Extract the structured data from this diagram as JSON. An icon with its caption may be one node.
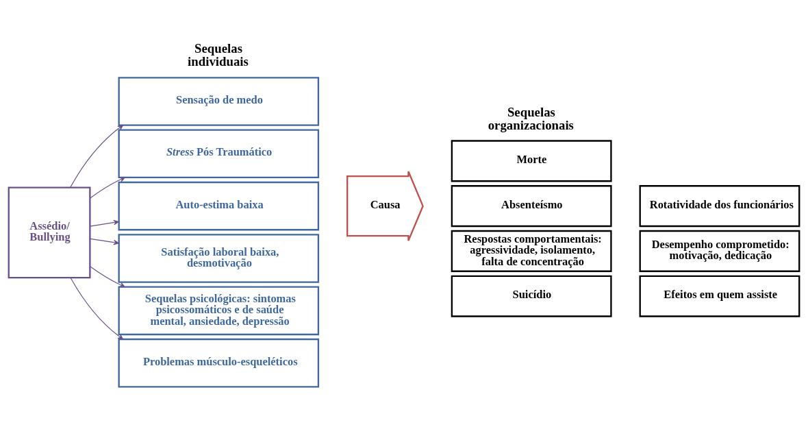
{
  "diagram": {
    "nodes": [
      {
        "text": [
          "Assédio/ Bullying"
        ]
      },
      {
        "text": [
          "Sensação de medo"
        ]
      },
      {
        "text": [
          "*Stress* Pós Traumático"
        ]
      },
      {
        "text": [
          "Auto-estima baixa"
        ]
      },
      {
        "text": [
          "Satisfação laboral baixa, desmotivação"
        ]
      },
      {
        "text": [
          "Sequelas psicológicas: sintomas psicossomáticos e de saúde mental, ansiedade, depressão"
        ]
      },
      {
        "text": [
          "Problemas músculo-esqueléticos"
        ]
      },
      {
        "text": [
          "Causa"
        ]
      },
      {
        "text": [
          "Morte"
        ]
      },
      {
        "text": [
          "Absenteísmo"
        ]
      },
      {
        "text": [
          "Respostas comportamentais: agressividade, isolamento, falta de concentração"
        ]
      },
      {
        "text": [
          "Suicídio"
        ]
      },
      {
        "text": [
          "Rotatividade dos funcionários"
        ]
      },
      {
        "text": [
          "Desempenho comprometido: motivação, dedicação"
        ]
      },
      {
        "text": [
          "Efeitos em quem assiste"
        ]
      }
    ],
    "edges": [
      {
        "from": 0,
        "to": 1,
        "arrow": "to"
      },
      {
        "from": 0,
        "to": 2,
        "arrow": "to"
      },
      {
        "from": 0,
        "to": 3,
        "arrow": "to"
      },
      {
        "from": 0,
        "to": 4,
        "arrow": "to"
      },
      {
        "from": 0,
        "to": 5,
        "arrow": "to"
      },
      {
        "from": 0,
        "to": 6,
        "arrow": "to"
      }
    ],
    "labels": [
      "Sequelas individuais",
      "Sequelas organizacionais"
    ]
  }
}
